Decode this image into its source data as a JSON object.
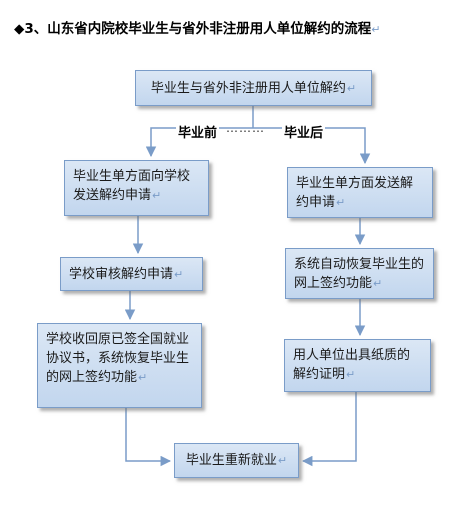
{
  "title": "◆3、山东省内院校毕业生与省外非注册用人单位解约的流程",
  "title_mark": "↵",
  "colors": {
    "box_fill": "#cfdff2",
    "box_border": "#7a9cc8",
    "connector": "#7a9cc8"
  },
  "nodes": {
    "top": "毕业生与省外非注册用人单位解约",
    "left_1": "毕业生单方面向学校发送解约申请",
    "left_2": "学校审核解约申请",
    "left_3": "学校收回原已签全国就业协议书，系统恢复毕业生的网上签约功能",
    "right_1": "毕业生单方面发送解约申请",
    "right_2": "系统自动恢复毕业生的网上签约功能",
    "right_3": "用人单位出具纸质的解约证明",
    "end": "毕业生重新就业"
  },
  "branches": {
    "before": "毕业前",
    "dots": "………",
    "after": "毕业后"
  },
  "paragraph_mark": "↵"
}
